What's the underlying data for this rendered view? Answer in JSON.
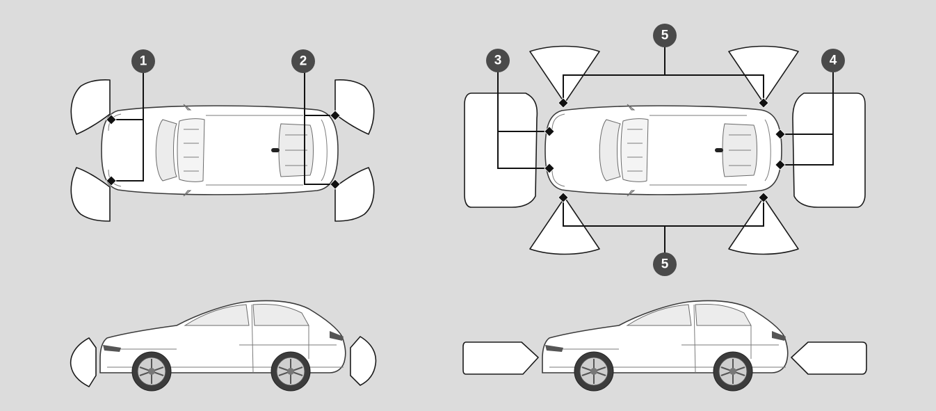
{
  "diagram": {
    "callouts": {
      "c1": "1",
      "c2": "2",
      "c3": "3",
      "c4": "4",
      "c5_top": "5",
      "c5_bottom": "5"
    }
  }
}
